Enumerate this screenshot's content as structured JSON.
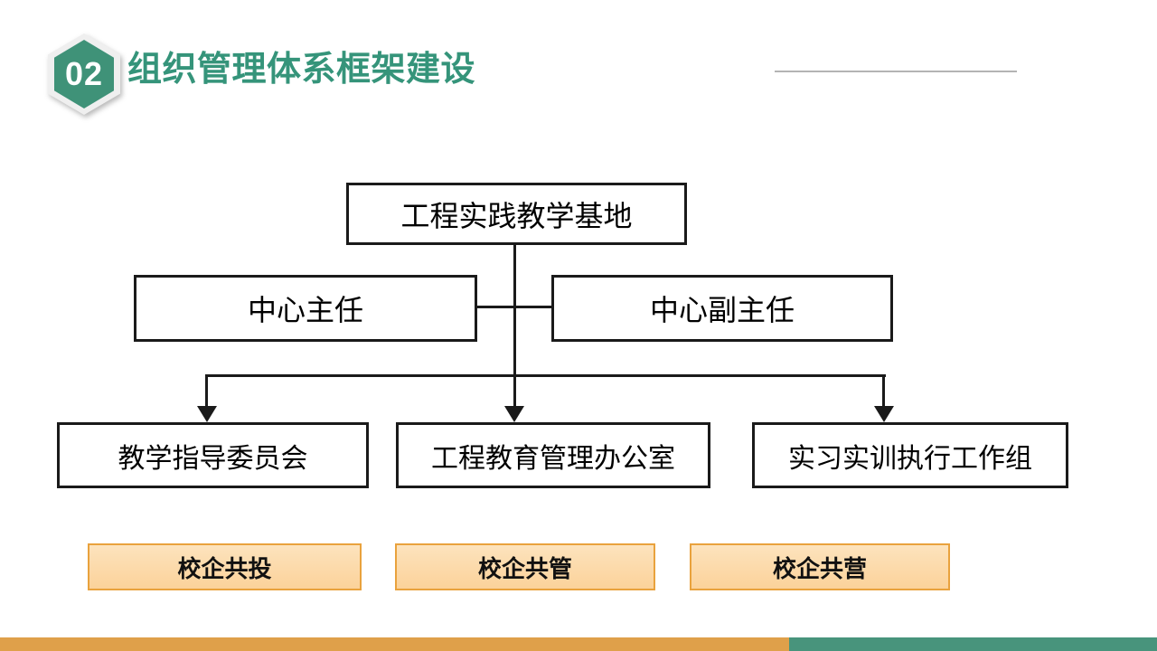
{
  "header": {
    "badge_number": "02",
    "title": "组织管理体系框架建设"
  },
  "org_chart": {
    "root": {
      "label": "工程实践教学基地"
    },
    "managers": [
      {
        "label": "中心主任"
      },
      {
        "label": "中心副主任"
      }
    ],
    "departments": [
      {
        "label": "教学指导委员会"
      },
      {
        "label": "工程教育管理办公室"
      },
      {
        "label": "实习实训执行工作组"
      }
    ]
  },
  "footer_tags": [
    {
      "label": "校企共投"
    },
    {
      "label": "校企共管"
    },
    {
      "label": "校企共营"
    }
  ],
  "colors": {
    "accent_green": "#3F9278",
    "title_green": "#35947A",
    "accent_orange": "#DFA04A",
    "footer_green": "#48947C",
    "tag_fill_top": "#FDE3BD",
    "tag_fill_bottom": "#FBD29A",
    "tag_border": "#E9A23D",
    "connector_black": "#1A1A1A",
    "divider_gray": "#B4B4B4"
  }
}
